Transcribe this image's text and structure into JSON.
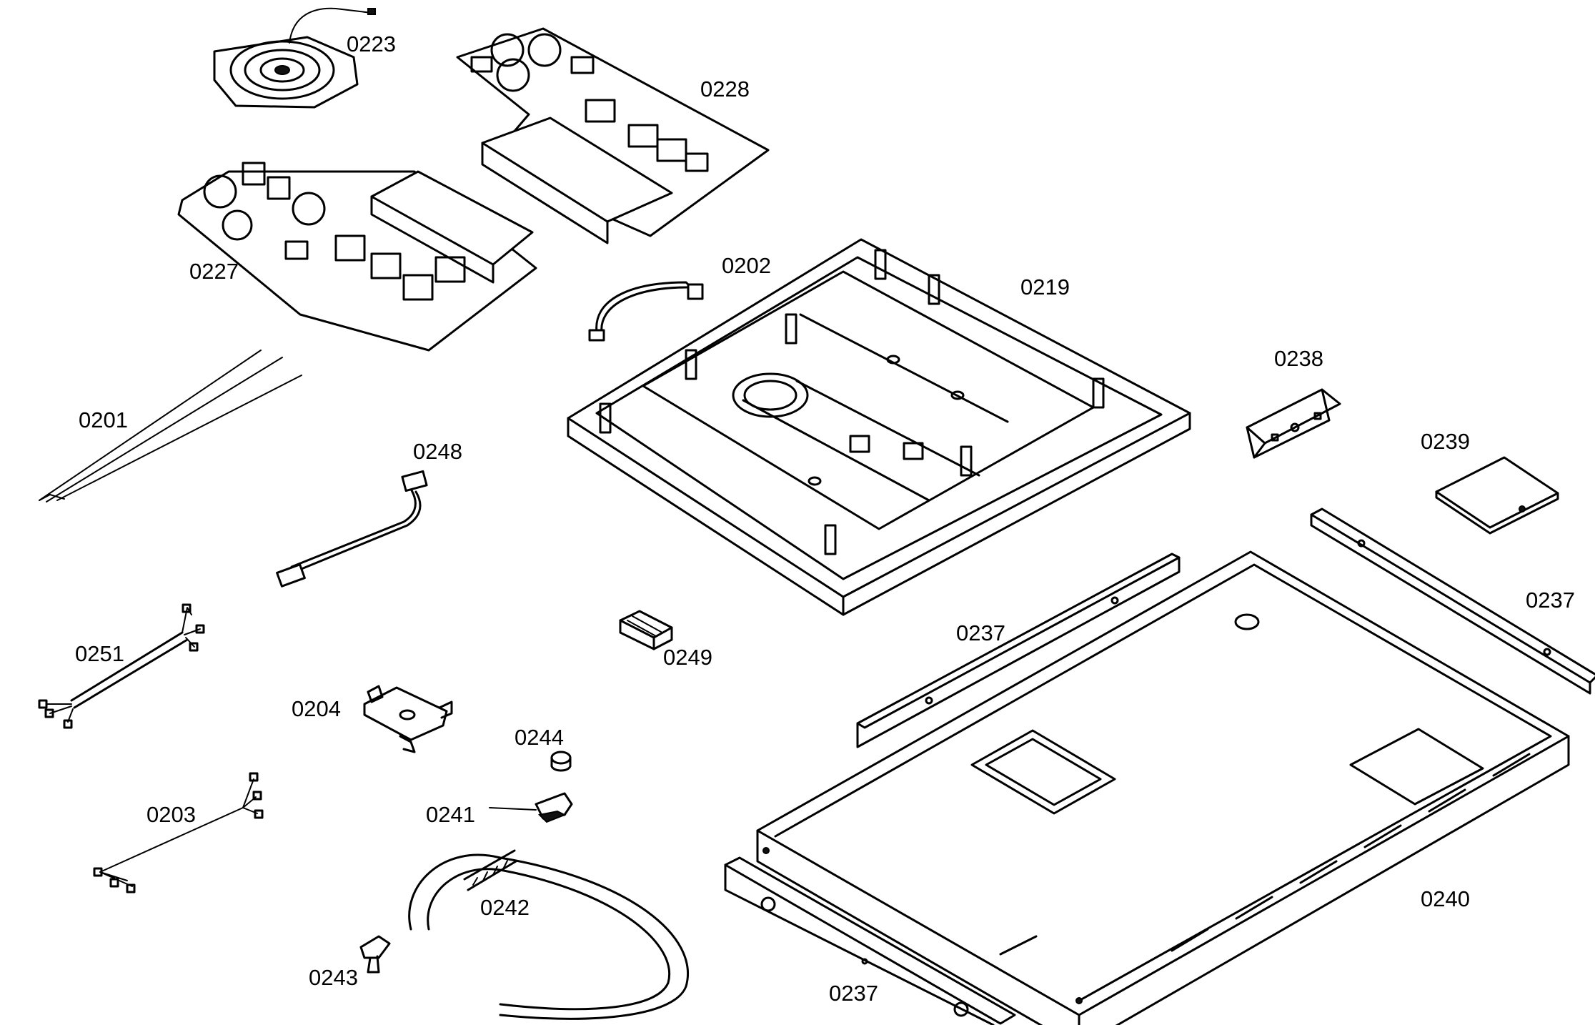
{
  "diagram": {
    "labels": {
      "p0223": "0223",
      "p0228": "0228",
      "p0227": "0227",
      "p0202": "0202",
      "p0219": "0219",
      "p0238": "0238",
      "p0201": "0201",
      "p0248": "0248",
      "p0239": "0239",
      "p0237_right": "0237",
      "p0237_mid": "0237",
      "p0251": "0251",
      "p0249": "0249",
      "p0204": "0204",
      "p0244": "0244",
      "p0203": "0203",
      "p0241": "0241",
      "p0240": "0240",
      "p0242": "0242",
      "p0243": "0243",
      "p0237_bottom": "0237"
    }
  }
}
